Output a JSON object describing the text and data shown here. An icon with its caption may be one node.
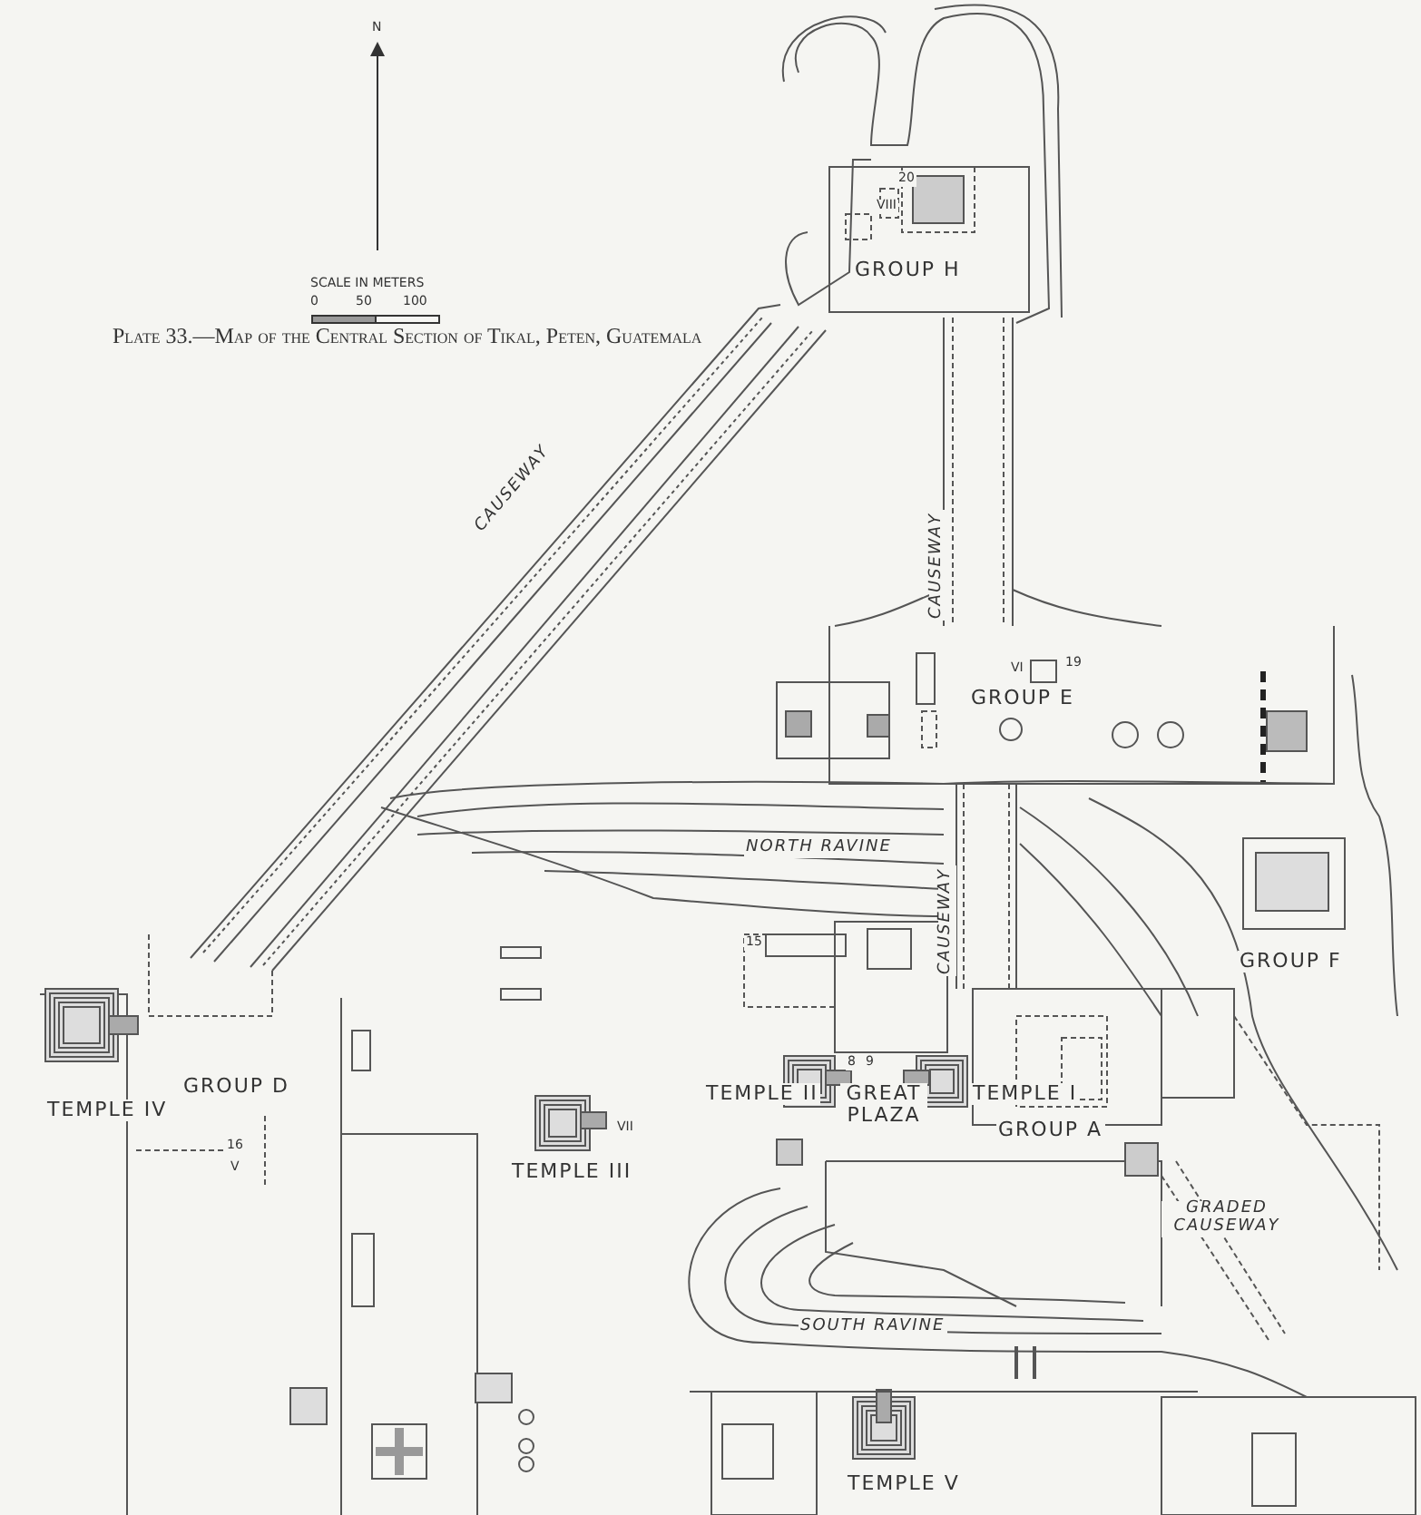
{
  "diagram": {
    "title": "Plate 33.—Map of the Central Section of Tikal, Peten, Guatemala",
    "labels": [
      "N",
      "SCALE IN METERS",
      "0",
      "50",
      "100",
      "20",
      "VIII",
      "GROUP H",
      "CAUSEWAY",
      "CAUSEWAY",
      "VI",
      "19",
      "GROUP E",
      "NORTH RAVINE",
      "CAUSEWAY",
      "15",
      "GROUP F",
      "GROUP D",
      "TEMPLE IV",
      "16",
      "V",
      "VII",
      "TEMPLE III",
      "8",
      "9",
      "TEMPLE II",
      "GREAT PLAZA",
      "TEMPLE I",
      "GROUP A",
      "GRADED CAUSEWAY",
      "SOUTH RAVINE",
      "TEMPLE V"
    ]
  }
}
